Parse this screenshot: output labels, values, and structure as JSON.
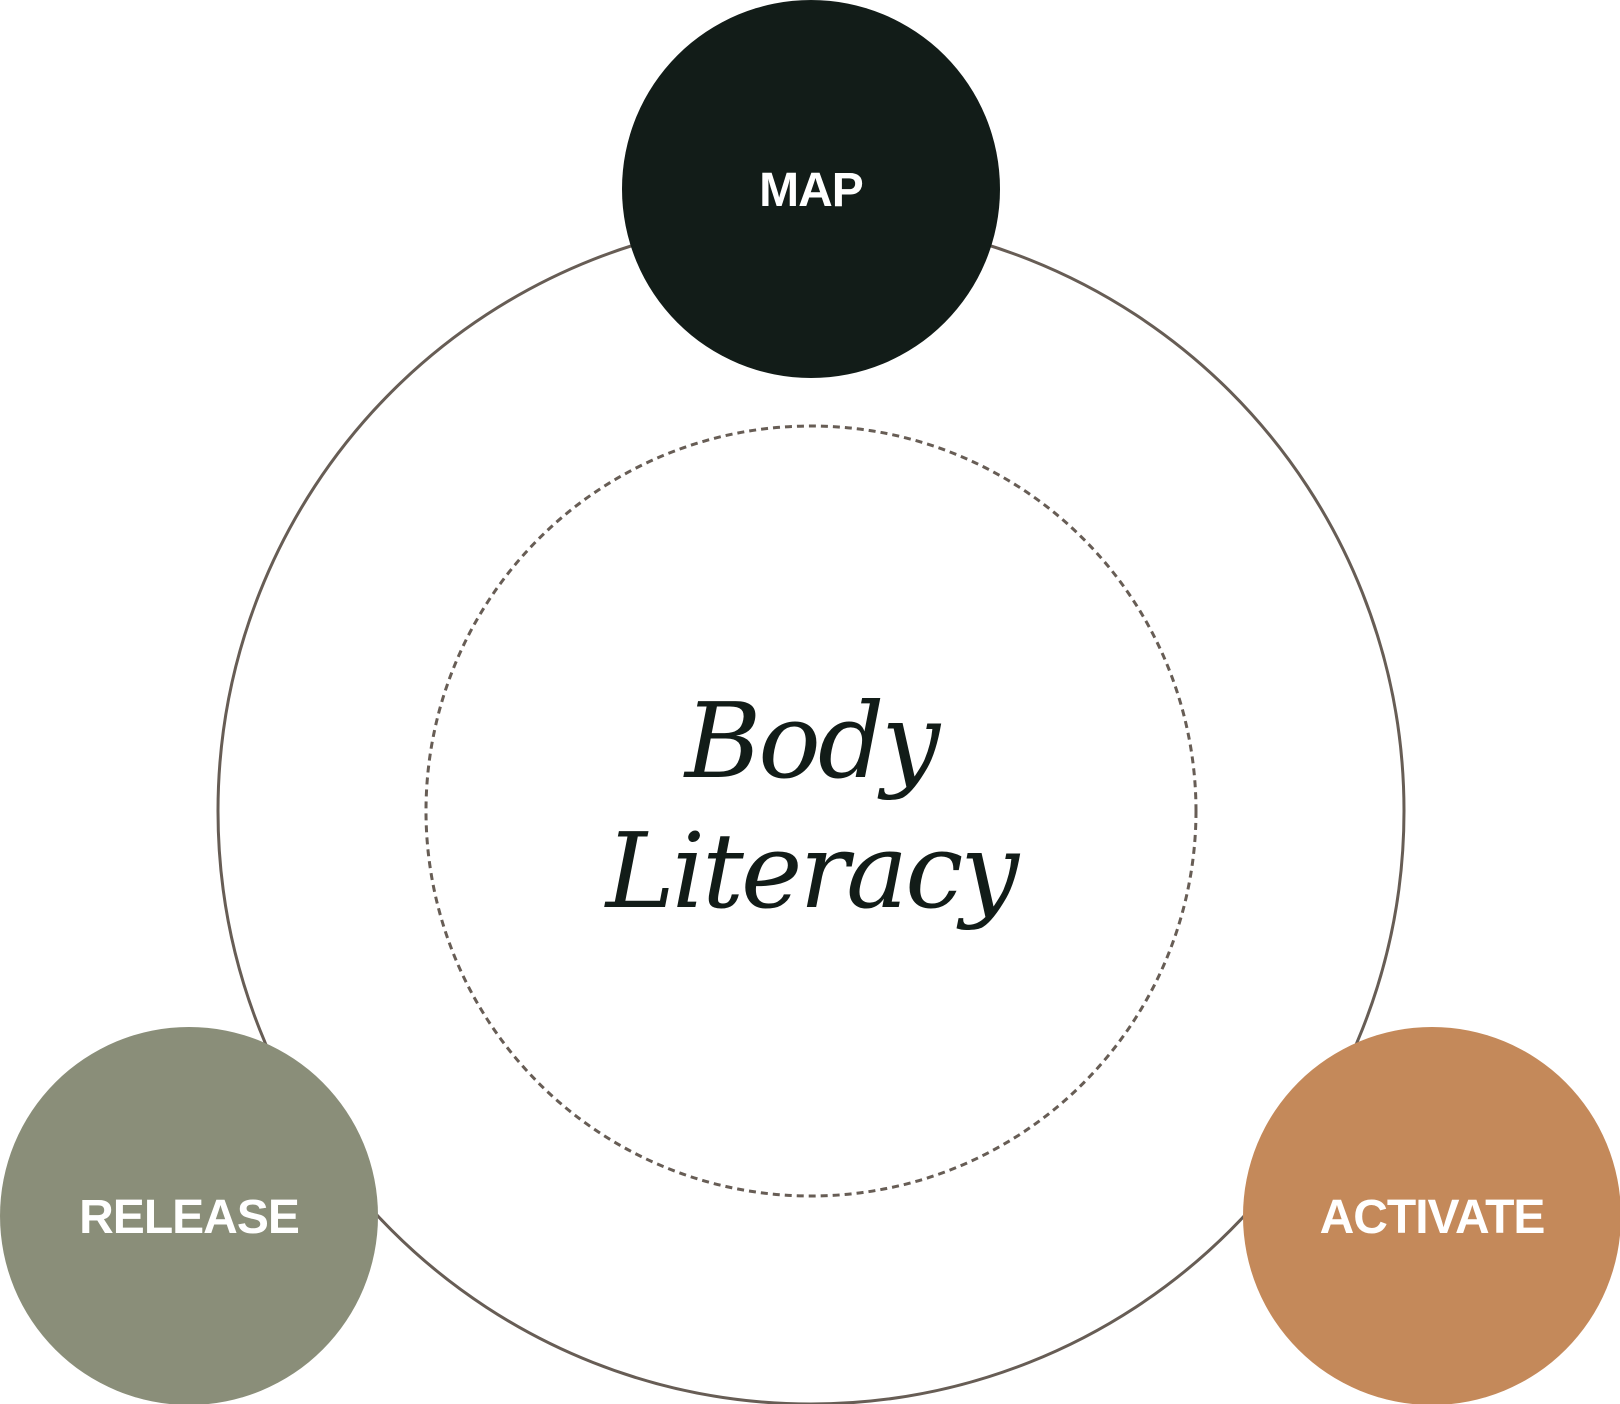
{
  "diagram": {
    "center": {
      "line1": "Body",
      "line2": "Literacy"
    },
    "nodes": [
      {
        "id": "map",
        "label": "MAP",
        "color": "#121c18"
      },
      {
        "id": "release",
        "label": "RELEASE",
        "color": "#8a8e79"
      },
      {
        "id": "activate",
        "label": "ACTIVATE",
        "color": "#c4895a"
      }
    ],
    "colors": {
      "outer_ring": "#675d55",
      "inner_dashed_ring": "#675d55",
      "label_text": "#ffffff",
      "center_text": "#121c18"
    }
  }
}
